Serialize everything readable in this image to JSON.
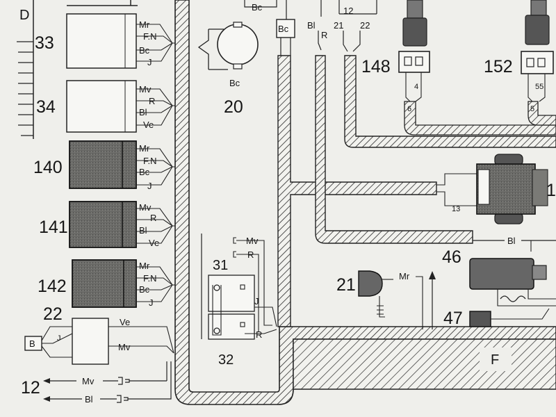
{
  "diagram": {
    "left_panel": {
      "sheet_letter": "D",
      "modules": [
        {
          "number": "33",
          "filled": false,
          "pins": [
            "Mr",
            "F.N",
            "Bc",
            "J"
          ]
        },
        {
          "number": "34",
          "filled": false,
          "pins": [
            "Mv",
            "R",
            "Bl",
            "Ve"
          ]
        },
        {
          "number": "140",
          "filled": true,
          "pins": [
            "Mr",
            "F.N",
            "Bc",
            "J"
          ]
        },
        {
          "number": "141",
          "filled": true,
          "pins": [
            "Mv",
            "R",
            "Bl",
            "Ve"
          ]
        },
        {
          "number": "142",
          "filled": true,
          "pins": [
            "Mr",
            "F.N",
            "Bc",
            "J"
          ]
        }
      ],
      "switch_22": {
        "number": "22",
        "terminal_left": "B",
        "wire_left": "J",
        "wire_top": "Ve",
        "wire_bottom": "Mv"
      },
      "bottom_wires": {
        "number": "12",
        "wire_1": "Mv",
        "wire_2": "Bl"
      }
    },
    "center": {
      "motor_20": {
        "number": "20",
        "wire": "Bc"
      },
      "top_bc": "Bc",
      "connector_bc": "Bc",
      "top_wires": {
        "left": "Bl",
        "left_sub": "R",
        "group_number": "12",
        "mid": "21",
        "right": "22"
      },
      "relay_31": {
        "number": "31",
        "wire_mv": "Mv",
        "wire_r": "R",
        "wire_j": "J"
      },
      "relay_32": {
        "number": "32",
        "wire_r": "R"
      }
    },
    "right_panel": {
      "connector_148": {
        "number": "148",
        "pin": "4",
        "pin_bottom": "6"
      },
      "connector_152": {
        "number": "152",
        "pin": "55",
        "pin_bottom": "5"
      },
      "partial_number": "1",
      "unit_wire": "13",
      "harness_wire": "Bl",
      "component_46": "46",
      "component_47": "47",
      "component_21": {
        "number": "21",
        "wire": "Mr"
      },
      "area_label": "F"
    }
  }
}
